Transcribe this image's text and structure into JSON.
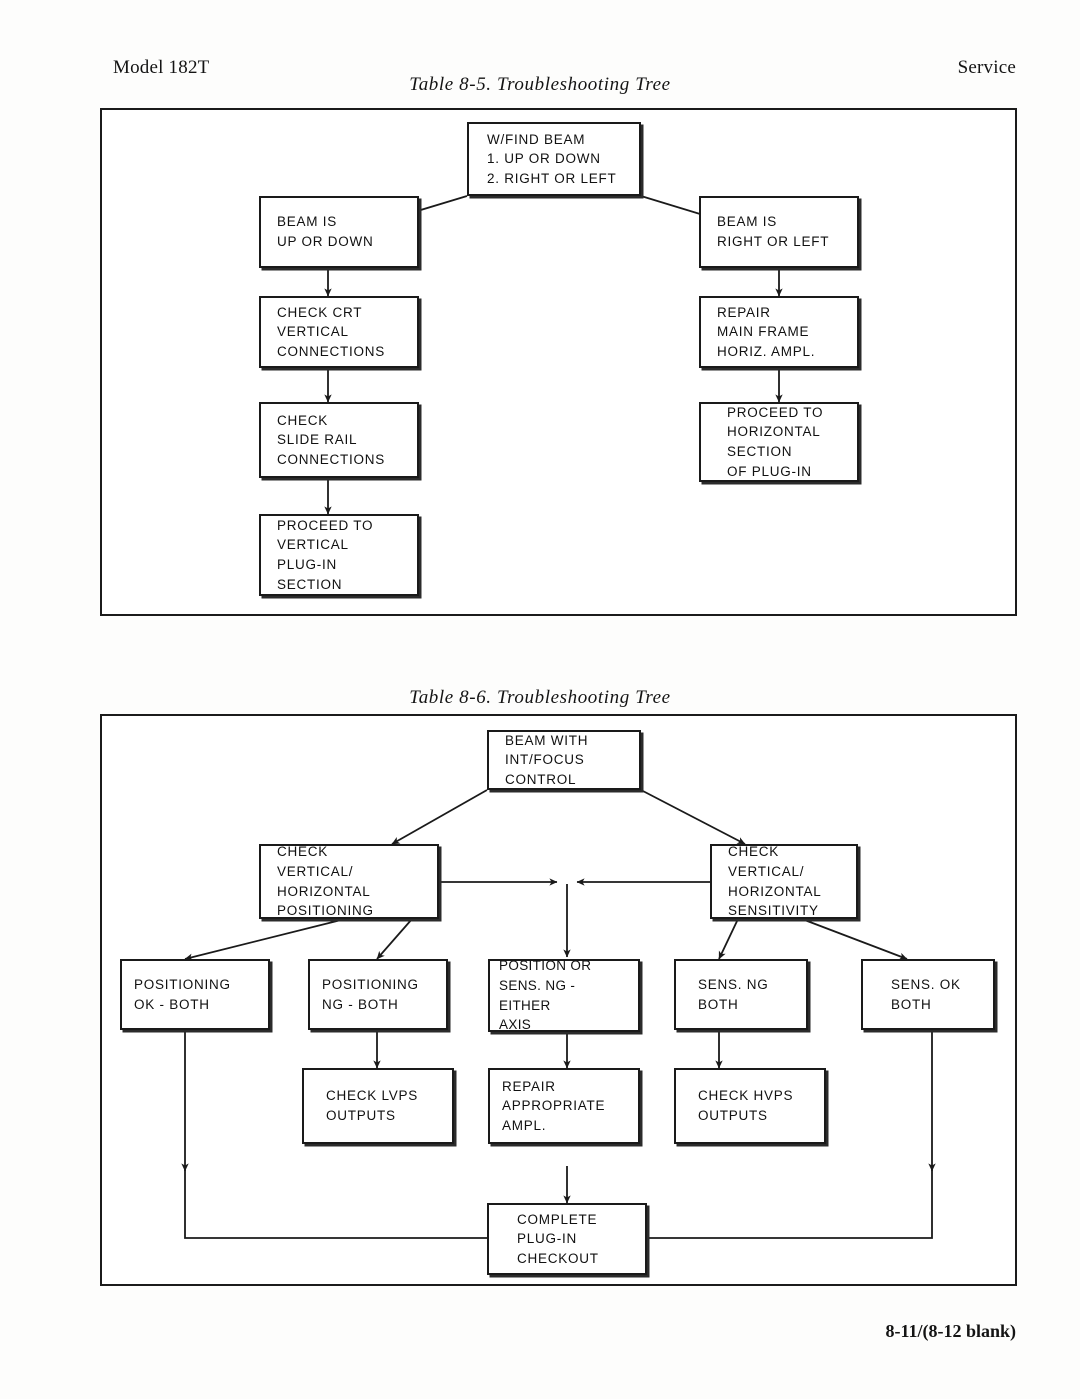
{
  "page": {
    "header_left": "Model 182T",
    "header_right": "Service",
    "footer": "8-11/(8-12 blank)"
  },
  "figure1": {
    "caption": "Table 8-5. Troubleshooting Tree",
    "nodes": {
      "root": "W/FIND BEAM\n1. UP OR DOWN\n2. RIGHT OR LEFT",
      "left1": "BEAM IS\nUP OR DOWN",
      "left2": "CHECK CRT\nVERTICAL\nCONNECTIONS",
      "left3": "CHECK\nSLIDE RAIL\nCONNECTIONS",
      "left4": "PROCEED TO\nVERTICAL\nPLUG-IN\nSECTION",
      "right1": "BEAM IS\nRIGHT OR LEFT",
      "right2": "REPAIR\nMAIN FRAME\nHORIZ. AMPL.",
      "right3": "PROCEED TO\nHORIZONTAL\nSECTION\nOF PLUG-IN"
    }
  },
  "figure2": {
    "caption": "Table 8-6. Troubleshooting Tree",
    "nodes": {
      "root": "BEAM WITH\nINT/FOCUS\nCONTROL",
      "checkPos": "CHECK\nVERTICAL/\nHORIZONTAL\nPOSITIONING",
      "checkSens": "CHECK\nVERTICAL/\nHORIZONTAL\nSENSITIVITY",
      "posOk": "POSITIONING\nOK - BOTH",
      "posNg": "POSITIONING\nNG - BOTH",
      "posOrSens": "POSITION OR\nSENS. NG - EITHER\nAXIS",
      "sensNg": "SENS. NG\nBOTH",
      "sensOk": "SENS. OK\nBOTH",
      "checkLvps": "CHECK LVPS\nOUTPUTS",
      "repairAmpl": "REPAIR\nAPPROPRIATE\nAMPL.",
      "checkHvps": "CHECK HVPS\nOUTPUTS",
      "complete": "COMPLETE\nPLUG-IN\nCHECKOUT"
    }
  }
}
